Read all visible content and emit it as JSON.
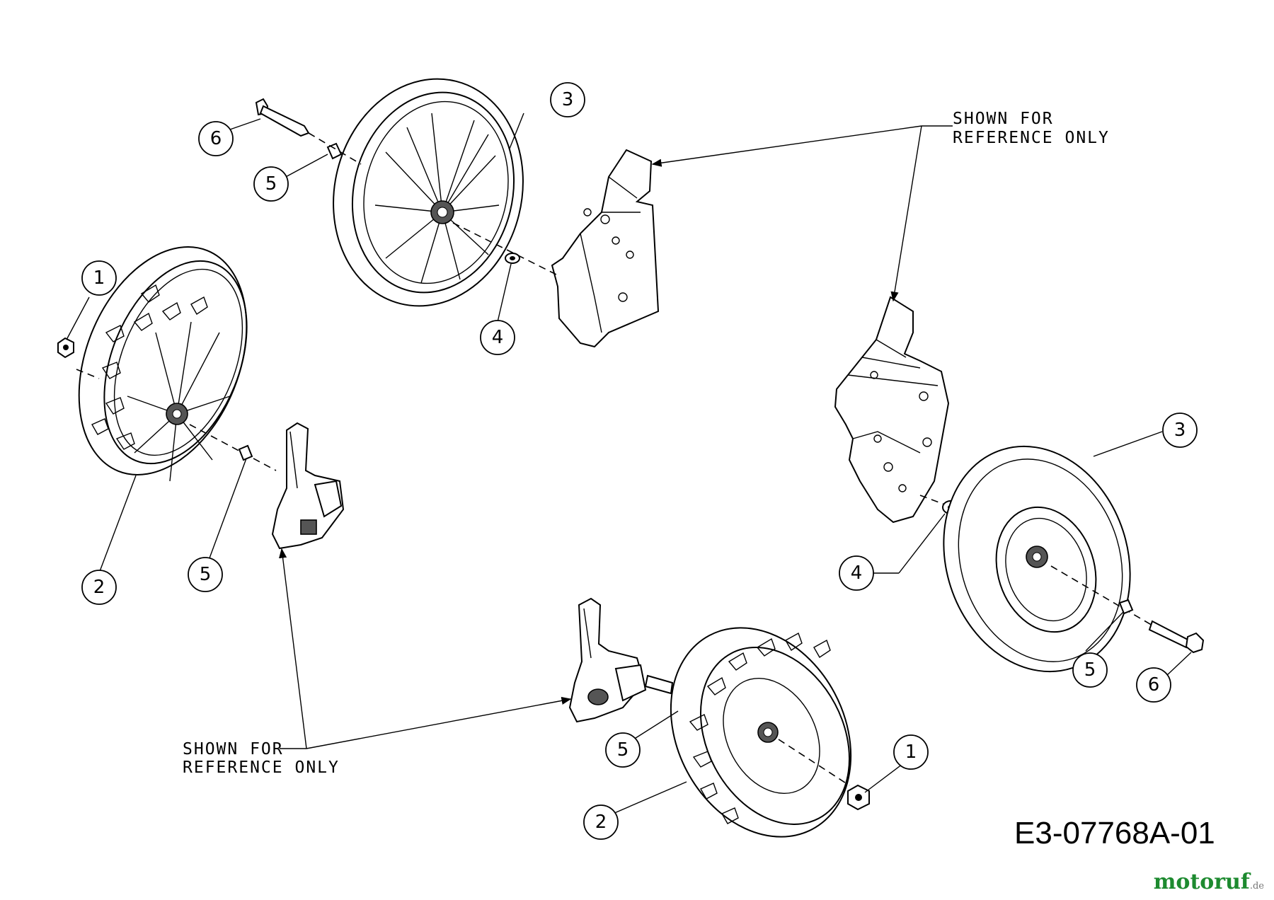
{
  "diagram": {
    "drawing_id": "E3-07768A-01",
    "notes": [
      {
        "line1": "SHOWN FOR",
        "line2": "REFERENCE ONLY"
      },
      {
        "line1": "SHOWN FOR",
        "line2": "REFERENCE ONLY"
      }
    ],
    "callouts": [
      {
        "n": "1"
      },
      {
        "n": "1"
      },
      {
        "n": "2"
      },
      {
        "n": "2"
      },
      {
        "n": "3"
      },
      {
        "n": "3"
      },
      {
        "n": "4"
      },
      {
        "n": "4"
      },
      {
        "n": "5"
      },
      {
        "n": "5"
      },
      {
        "n": "5"
      },
      {
        "n": "5"
      },
      {
        "n": "6"
      },
      {
        "n": "6"
      }
    ]
  },
  "watermark": {
    "brand": "motoruf",
    "tld": ".de"
  },
  "colors": {
    "line": "#000000",
    "background": "#ffffff",
    "watermark_green": "#1d8a2f"
  }
}
